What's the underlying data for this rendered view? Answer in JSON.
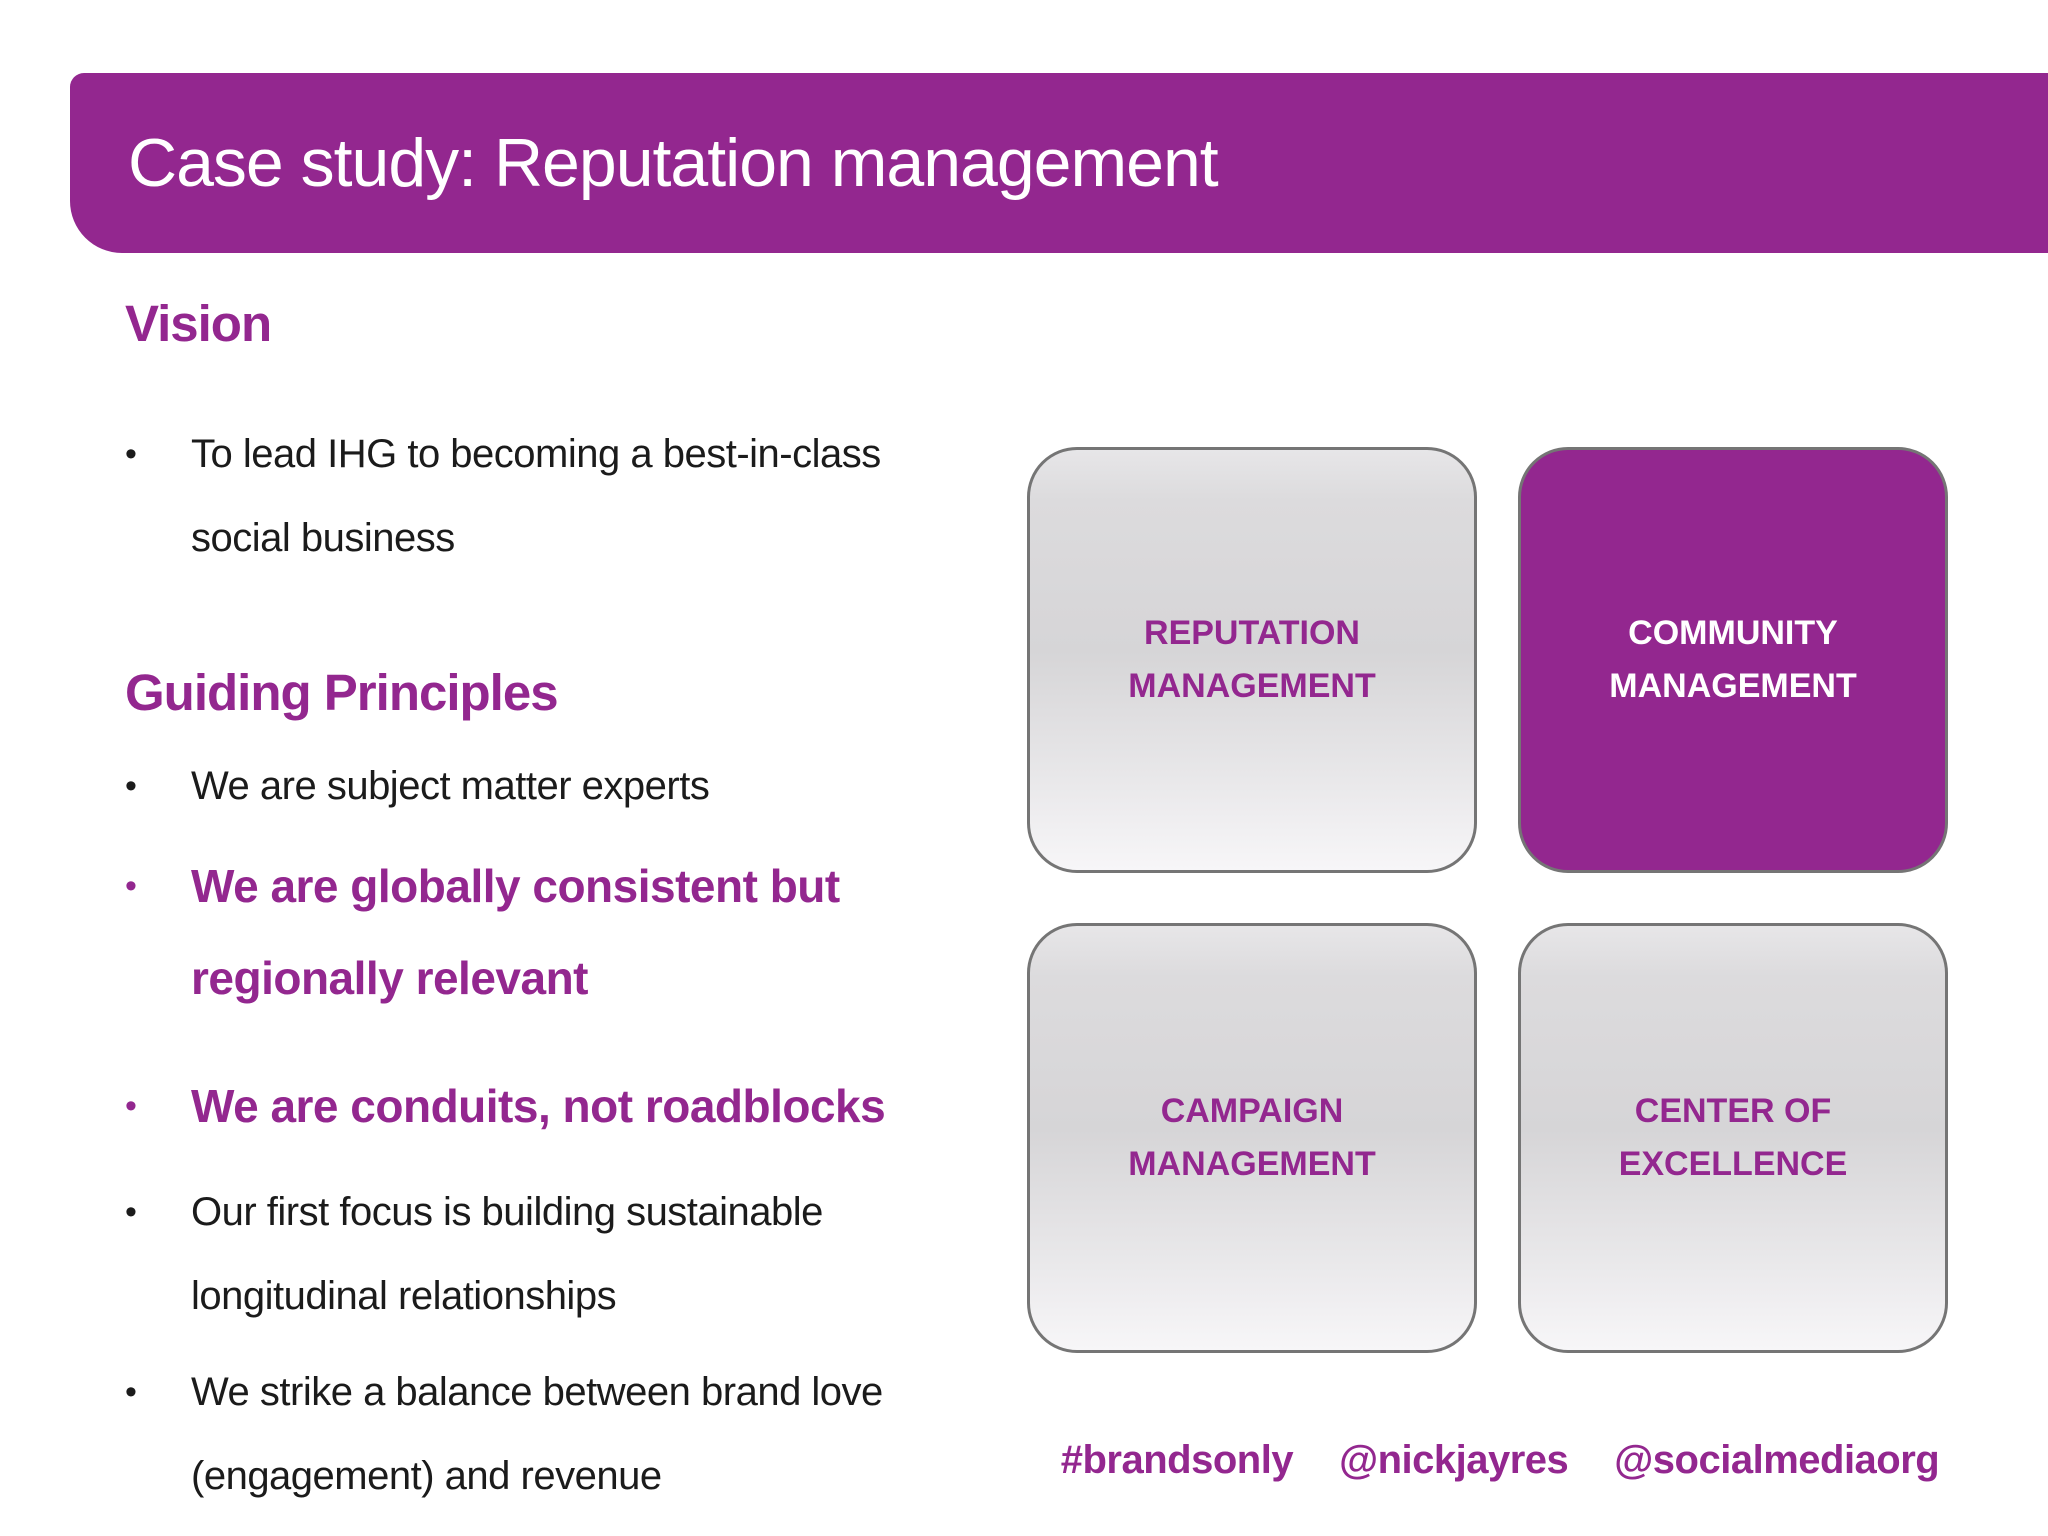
{
  "header": {
    "title": "Case study: Reputation management"
  },
  "bullet_char": "•",
  "vision": {
    "heading": "Vision",
    "bullets": [
      {
        "text": "To lead IHG to becoming a best-in-class social business",
        "emphasis": false
      }
    ]
  },
  "principles": {
    "heading": "Guiding Principles",
    "bullets": [
      {
        "text": "We are subject matter experts",
        "emphasis": false
      },
      {
        "text": "We are globally consistent but regionally relevant",
        "emphasis": true
      },
      {
        "text": "We are conduits, not roadblocks",
        "emphasis": true
      },
      {
        "text": "Our first focus is building sustainable longitudinal relationships",
        "emphasis": false
      },
      {
        "text": "We strike a balance between brand love (engagement) and revenue",
        "emphasis": false
      }
    ]
  },
  "quadrants": [
    {
      "label": "REPUTATION MANAGEMENT",
      "variant": "gray"
    },
    {
      "label": "COMMUNITY MANAGEMENT",
      "variant": "purple"
    },
    {
      "label": "CAMPAIGN MANAGEMENT",
      "variant": "gray"
    },
    {
      "label": "CENTER OF EXCELLENCE",
      "variant": "gray"
    }
  ],
  "footer": {
    "tags": [
      "#brandsonly",
      "@nickjayres",
      "@socialmediaorg"
    ]
  },
  "colors": {
    "accent_purple": "#93278F",
    "box_border_gray": "#757575",
    "box_gradient_top": "#E7E6E8",
    "box_gradient_mid": "#D6D5D7",
    "box_gradient_bottom": "#F7F6F8",
    "body_text": "#1B1B1B",
    "title_text": "#FFFFFF"
  }
}
